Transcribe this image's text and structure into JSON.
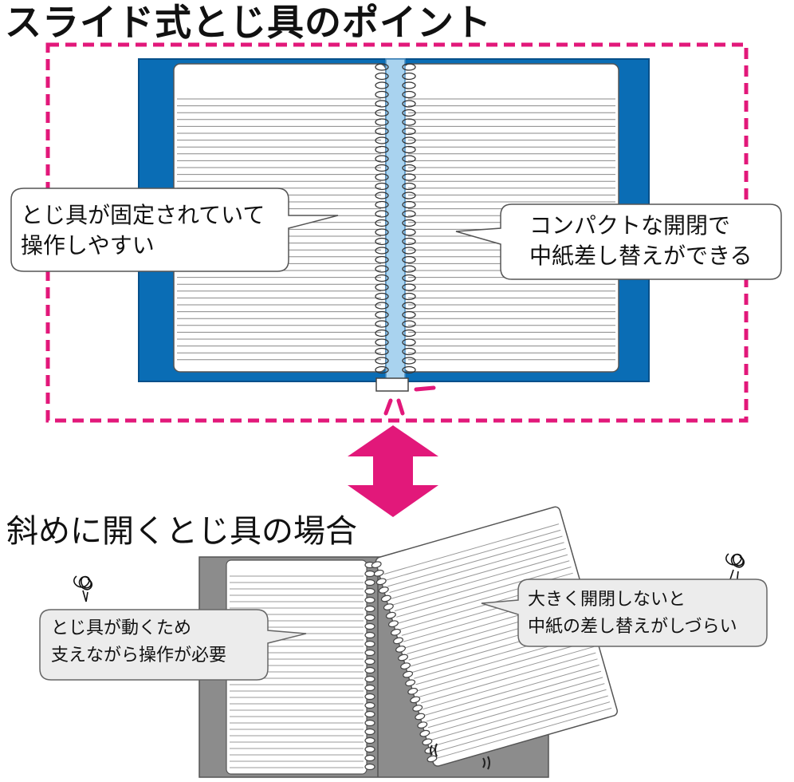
{
  "titles": {
    "top": "スライド式とじ具のポイント",
    "bottom": "斜めに開くとじ具の場合"
  },
  "callouts": {
    "fixed": {
      "line1": "とじ具が固定されていて",
      "line2": "操作しやすい"
    },
    "compact": {
      "line1": "コンパクトな開閉で",
      "line2": "中紙差し替えができる"
    },
    "moving": {
      "line1": "とじ具が動くため",
      "line2": "支えながら操作が必要"
    },
    "hard": {
      "line1": "大きく開閉しないと",
      "line2": "中紙の差し替えがしづらい"
    }
  },
  "colors": {
    "accent": "#e2187a",
    "binder_blue": "#0a6db5",
    "spine_light_blue": "#a9d3ef",
    "binder_gray": "#8c8c8c",
    "bubble_fill": "#ffffff",
    "bubble_fill_gray": "#ececec"
  }
}
